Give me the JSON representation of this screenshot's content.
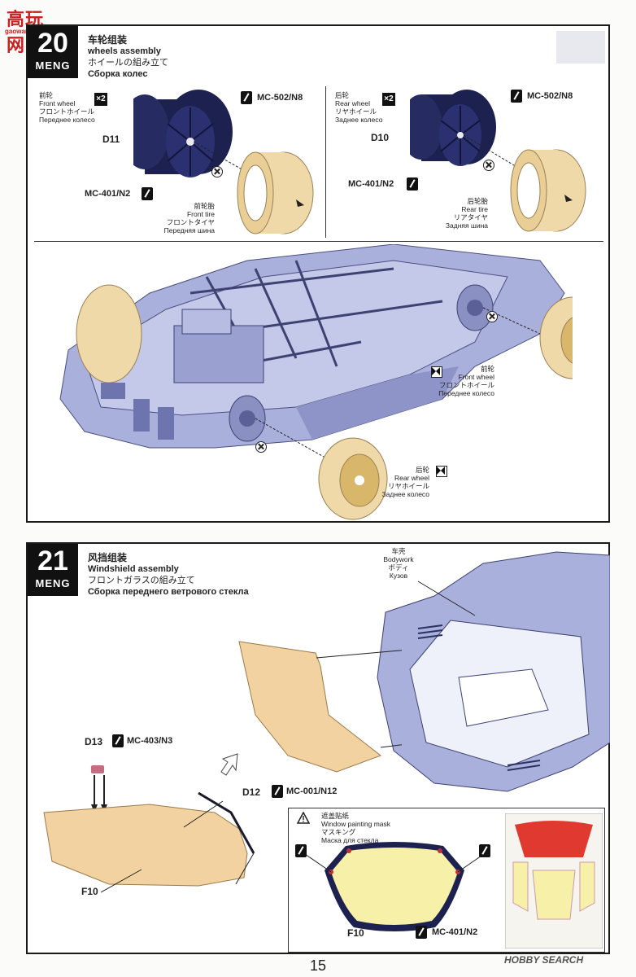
{
  "watermark": {
    "title": "高玩网",
    "url": "gaowan.com"
  },
  "step20": {
    "number": "20",
    "brand": "MENG",
    "title_cn": "车轮组装",
    "title_en": "wheels assembly",
    "title_jp": "ホイールの組み立て",
    "title_ru": "Сборка колес",
    "front": {
      "label_cn": "前轮",
      "label_en": "Front wheel",
      "label_jp": "フロントホイール",
      "label_ru": "Переднее колесо",
      "qty": "×2",
      "part": "D11",
      "paint_top": "MC-502/N8",
      "paint_bottom": "MC-401/N2",
      "tire_cn": "前轮胎",
      "tire_en": "Front tire",
      "tire_jp": "フロントタイヤ",
      "tire_ru": "Передняя шина"
    },
    "rear": {
      "label_cn": "后轮",
      "label_en": "Rear wheel",
      "label_jp": "リヤホイール",
      "label_ru": "Заднее колесо",
      "qty": "×2",
      "part": "D10",
      "paint_top": "MC-502/N8",
      "paint_bottom": "MC-401/N2",
      "tire_cn": "后轮胎",
      "tire_en": "Rear tire",
      "tire_jp": "リアタイヤ",
      "tire_ru": "Задняя шина"
    },
    "callout_front": {
      "cn": "前轮",
      "en": "Front wheel",
      "jp": "フロントホイール",
      "ru": "Переднее колесо"
    },
    "callout_rear": {
      "cn": "后轮",
      "en": "Rear wheel",
      "jp": "リヤホイール",
      "ru": "Заднее колесо"
    }
  },
  "step21": {
    "number": "21",
    "brand": "MENG",
    "title_cn": "风挡组装",
    "title_en": "Windshield assembly",
    "title_jp": "フロントガラスの組み立て",
    "title_ru": "Сборка переднего ветрового стекла",
    "bodywork": {
      "cn": "车壳",
      "en": "Bodywork",
      "jp": "ボディ",
      "ru": "Кузов"
    },
    "d13": {
      "part": "D13",
      "paint": "MC-403/N3"
    },
    "d12": {
      "part": "D12",
      "paint": "MC-001/N12"
    },
    "f10_part": "F10",
    "mask": {
      "cn": "遮盖贴纸",
      "en": "Window painting mask",
      "jp": "マスキング",
      "ru": "Маска для стекла",
      "part": "F10",
      "paint": "MC-401/N2"
    }
  },
  "footer": {
    "page": "15",
    "watermark": "HOBBY SEARCH"
  },
  "colors": {
    "tire": "#f0d9a8",
    "wheel_dark": "#1d2150",
    "body": "#aab0dc",
    "clear_part": "#f2d2a0",
    "mask_yellow": "#f7f0a8",
    "mask_red": "#e03a30"
  }
}
